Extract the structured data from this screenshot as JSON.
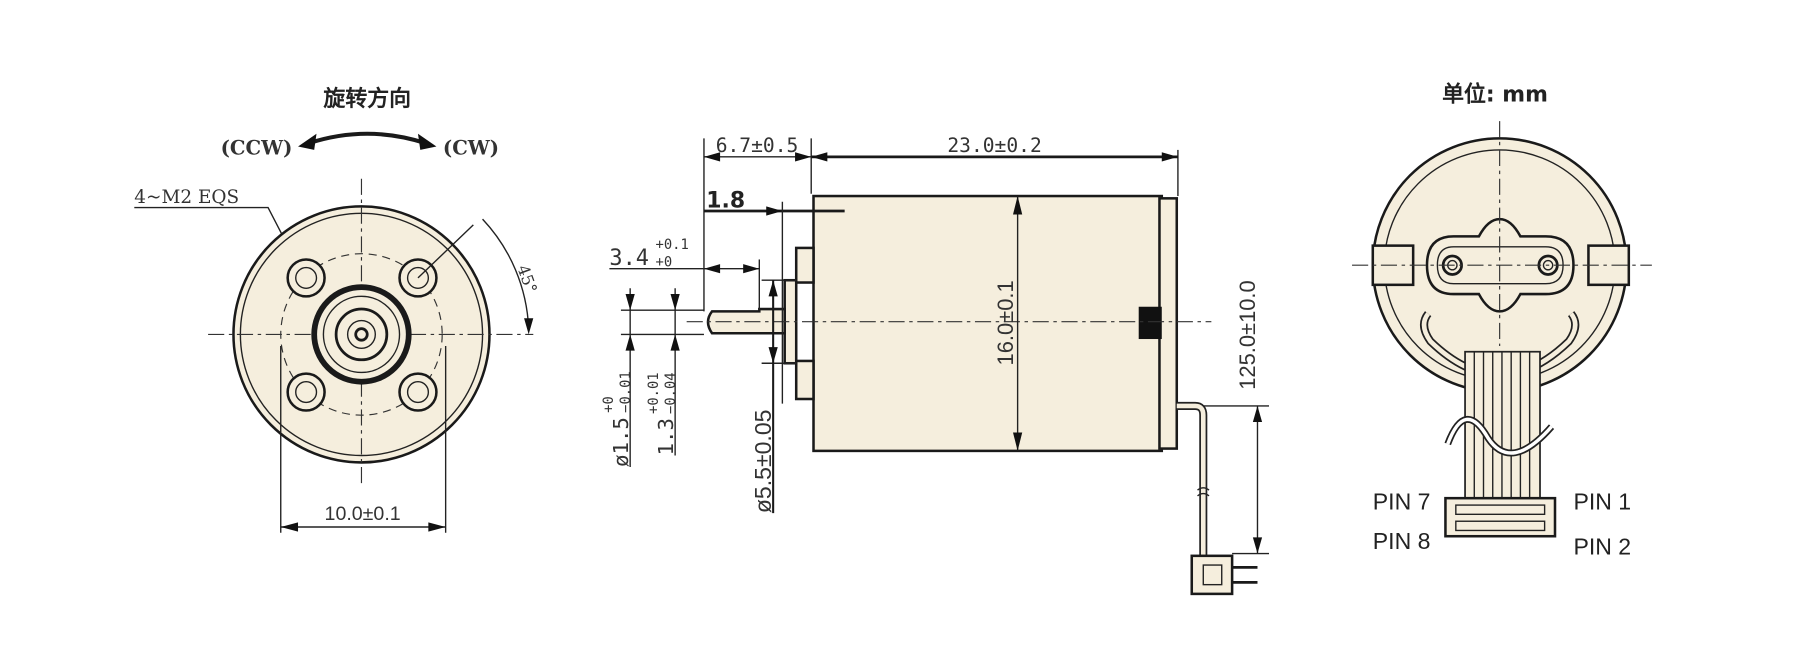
{
  "front_view": {
    "title": "旋转方向",
    "ccw_label": "(CCW)",
    "cw_label": "(CW)",
    "screw_label": "4~M2 EQS",
    "angle_label": "45°",
    "hole_spacing": "10.0±0.1"
  },
  "side_view": {
    "gear_len": "6.7±0.5",
    "body_len": "23.0±0.2",
    "flange_len": "1.8",
    "shaft_len": "3.4",
    "shaft_len_tol_upper": "+0.1",
    "shaft_len_tol_lower": "+0",
    "shaft_dia": "ø1.5",
    "shaft_dia_tol_upper": "+0",
    "shaft_dia_tol_lower": "−0.01",
    "flat_dia": "1.3",
    "flat_dia_tol_upper": "+0.01",
    "flat_dia_tol_lower": "−0.04",
    "boss_dia": "ø5.5±0.05",
    "body_dia": "16.0±0.1",
    "lead_len": "125.0±10.0"
  },
  "rear_view": {
    "unit_label": "单位: mm",
    "pins": [
      "PIN 7",
      "PIN 8",
      "PIN 1",
      "PIN 2"
    ]
  }
}
